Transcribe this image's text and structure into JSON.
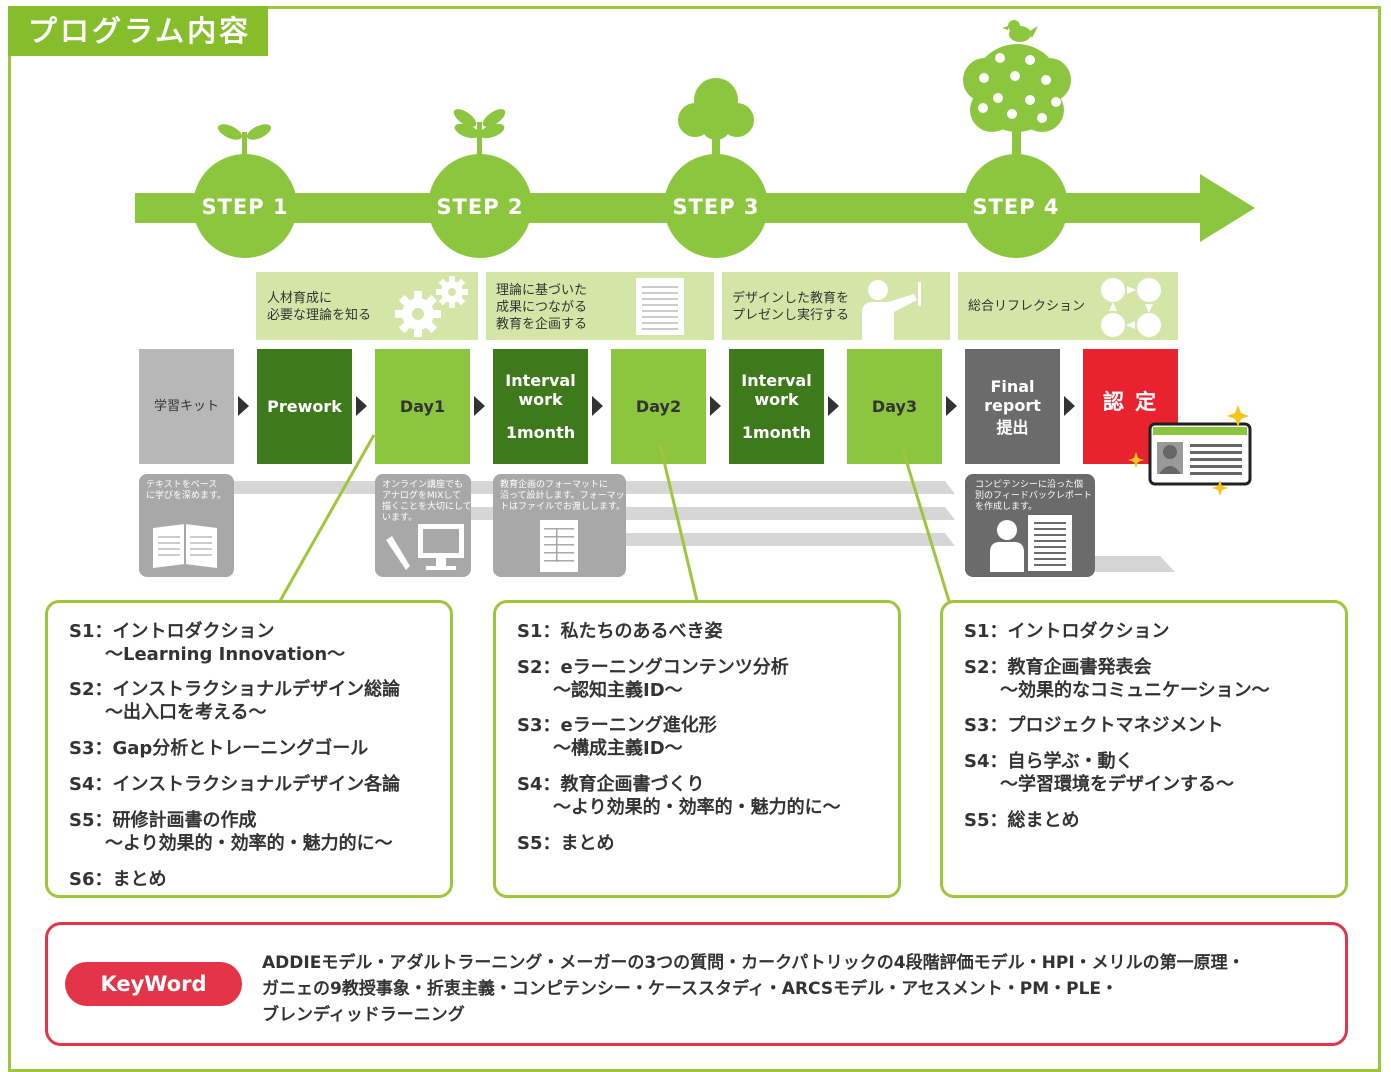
{
  "title": "プログラム内容",
  "colors": {
    "green": "#8cc63f",
    "dark_green": "#3e7a1c",
    "gray": "#999999",
    "red": "#e8232f",
    "pale_green": "#d3e6a8"
  },
  "steps": [
    {
      "label": "STEP 1"
    },
    {
      "label": "STEP 2"
    },
    {
      "label": "STEP 3"
    },
    {
      "label": "STEP 4"
    }
  ],
  "phases": [
    {
      "lines": [
        "人材育成に",
        "必要な理論を知る"
      ],
      "icon": "gears-icon"
    },
    {
      "lines": [
        "理論に基づいた",
        "成果につながる",
        "教育を企画する"
      ],
      "icon": "document-icon"
    },
    {
      "lines": [
        "デザインした教育を",
        "プレゼンし実行する"
      ],
      "icon": "presenter-icon"
    },
    {
      "lines": [
        "総合リフレクション"
      ],
      "icon": "cycle-icon"
    }
  ],
  "boxes": [
    {
      "lines": [
        "学習キット"
      ]
    },
    {
      "lines": [
        "Prework"
      ]
    },
    {
      "lines": [
        "Day1"
      ]
    },
    {
      "lines": [
        "Interval",
        "work",
        "",
        "1month"
      ]
    },
    {
      "lines": [
        "Day2"
      ]
    },
    {
      "lines": [
        "Interval",
        "work",
        "",
        "1month"
      ]
    },
    {
      "lines": [
        "Day3"
      ]
    },
    {
      "lines": [
        "Final",
        "report",
        "提出"
      ]
    },
    {
      "lines": [
        "認 定"
      ]
    }
  ],
  "notes": [
    {
      "lines": [
        "テキストをベース",
        "に学びを深めます。"
      ],
      "icon": "book-icon"
    },
    {
      "lines": [
        "オンライン講座でも",
        "アナログをMIXして",
        "描くことを大切にして",
        "います。"
      ],
      "icon": "monitor-icon"
    },
    {
      "lines": [
        "教育企画のフォーマットに",
        "沿って設計します。フォーマッ",
        "トはファイルでお渡しします。"
      ],
      "icon": "form-icon"
    },
    {
      "lines": [
        "コンピテンシーに沿った個",
        "別のフィードバックレポート",
        "を作成します。"
      ],
      "icon": "report-icon"
    }
  ],
  "sessions": [
    {
      "lines": [
        "S1：イントロダクション",
        "　　〜Learning Innovation〜",
        "S2：インストラクショナルデザイン総論",
        "　　〜出入口を考える〜",
        "S3：Gap分析とトレーニングゴール",
        "S4：インストラクショナルデザイン各論",
        "S5：研修計画書の作成",
        "　　〜より効果的・効率的・魅力的に〜",
        "S6：まとめ"
      ]
    },
    {
      "lines": [
        "S1：私たちのあるべき姿",
        "S2：eラーニングコンテンツ分析",
        "　　〜認知主義ID〜",
        "S3：eラーニング進化形",
        "　　〜構成主義ID〜",
        "S4：教育企画書づくり",
        "　　〜より効果的・効率的・魅力的に〜",
        "S5：まとめ"
      ]
    },
    {
      "lines": [
        "S1：イントロダクション",
        "S2：教育企画書発表会",
        "　　〜効果的なコミュニケーション〜",
        "S3：プロジェクトマネジメント",
        "S4：自ら学ぶ・動く",
        "　　〜学習環境をデザインする〜",
        "S5：総まとめ"
      ]
    }
  ],
  "keyword": {
    "label": "KeyWord",
    "lines": [
      "ADDIEモデル・アダルトラーニング・メーガーの3つの質問・カークパトリックの4段階評価モデル・HPI・メリルの第一原理・",
      "ガニェの9教授事象・折衷主義・コンピテンシー・ケーススタディ・ARCSモデル・アセスメント・PM・PLE・",
      "ブレンディッドラーニング"
    ]
  }
}
